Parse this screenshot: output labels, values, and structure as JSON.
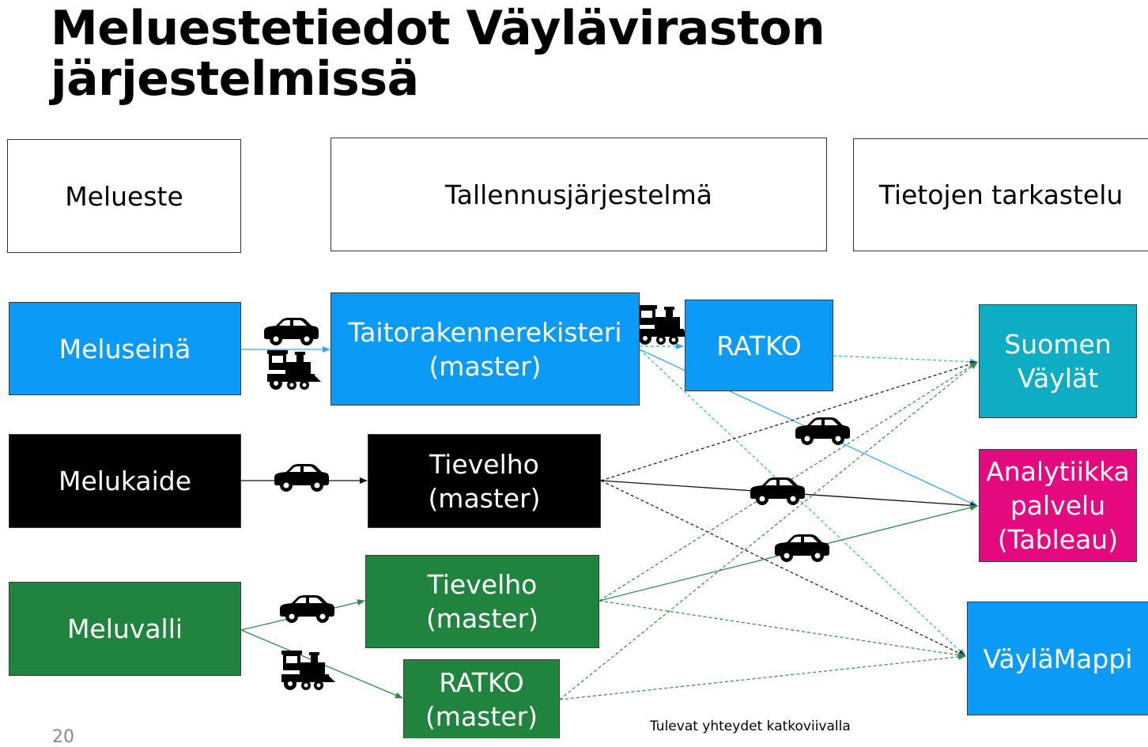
{
  "title": {
    "line1": "Meluestetiedot Väyläviraston",
    "line2": "järjestelmissä"
  },
  "headers": {
    "source": "Melueste",
    "storage": "Tallennusjärjestelmä",
    "viewing": "Tietojen tarkastelu"
  },
  "sources": {
    "meluseina": "Meluseinä",
    "melukaide": "Melukaide",
    "meluvalli": "Meluvalli"
  },
  "storage": {
    "taitorakenne": {
      "line1": "Taitorakennerekisteri",
      "line2": "(master)"
    },
    "ratko": "RATKO",
    "tievelho_black": {
      "line1": "Tievelho",
      "line2": "(master)"
    },
    "tievelho_green": {
      "line1": "Tievelho",
      "line2": "(master)"
    },
    "ratko_green": {
      "line1": "RATKO",
      "line2": "(master)"
    }
  },
  "targets": {
    "suomen_vaylat": {
      "line1": "Suomen",
      "line2": "Väylät"
    },
    "analytiikka": {
      "line1": "Analytiikka",
      "line2": "palvelu",
      "line3": "(Tableau)"
    },
    "vaylamappi": "VäyläMappi"
  },
  "footnote": "Tulevat yhteydet katkoviivalla",
  "page_number": "20",
  "colors": {
    "blue": "#0b9bf6",
    "black": "#000000",
    "green": "#20843e",
    "teal": "#0fadc4",
    "magenta": "#e4097f",
    "link_blue": "#3aa8f0",
    "link_green": "#2f8a43",
    "link_black": "#111111"
  },
  "icons": [
    "car-icon",
    "train-icon"
  ]
}
